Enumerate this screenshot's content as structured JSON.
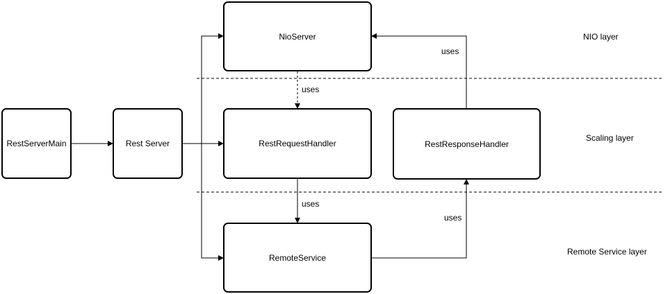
{
  "nodes": {
    "rest_server_main": "RestServerMain",
    "rest_server": "Rest Server",
    "nio_server": "NioServer",
    "rest_request_handler": "RestRequestHandler",
    "rest_response_handler": "RestResponseHandler",
    "remote_service": "RemoteService"
  },
  "layers": {
    "nio": "NIO layer",
    "scaling": "Scaling layer",
    "remote_service": "Remote Service layer"
  },
  "edge_labels": {
    "nio_to_request": "uses",
    "request_to_remote": "uses",
    "remote_to_response": "uses",
    "response_to_nio": "uses"
  },
  "colors": {
    "stroke": "#000000",
    "background": "#ffffff"
  }
}
